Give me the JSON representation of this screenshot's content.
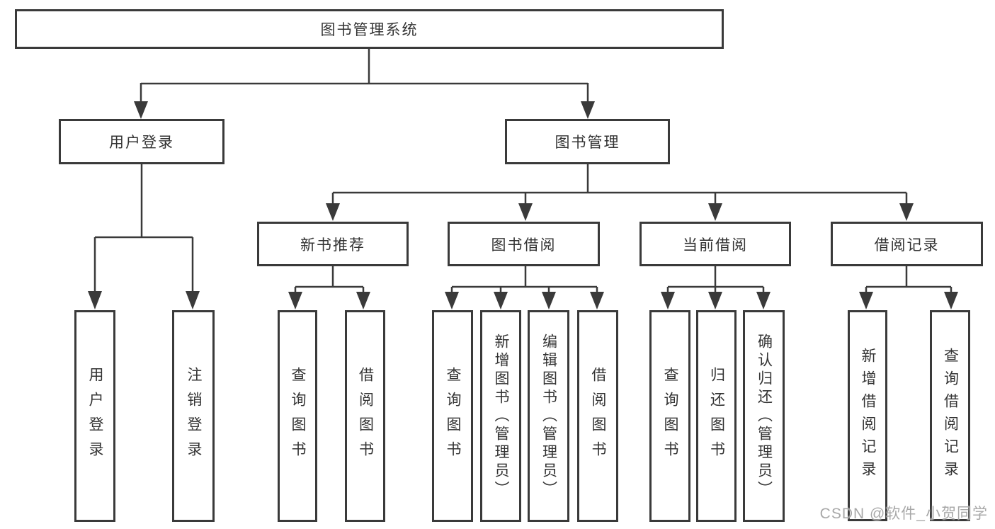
{
  "watermark": "CSDN @软件_小贺同学",
  "colors": {
    "line": "#3a3a3a",
    "text": "#333333",
    "box_fill": "#ffffff",
    "watermark": "#9e9e9e"
  },
  "tree": {
    "label": "图书管理系统",
    "children": [
      {
        "label": "用户登录",
        "children": [
          {
            "label": "用户登录"
          },
          {
            "label": "注销登录"
          }
        ]
      },
      {
        "label": "图书管理",
        "children": [
          {
            "label": "新书推荐",
            "children": [
              {
                "label": "查询图书"
              },
              {
                "label": "借阅图书"
              }
            ]
          },
          {
            "label": "图书借阅",
            "children": [
              {
                "label": "查询图书"
              },
              {
                "label": "新增图书（管理员）"
              },
              {
                "label": "编辑图书（管理员）"
              },
              {
                "label": "借阅图书"
              }
            ]
          },
          {
            "label": "当前借阅",
            "children": [
              {
                "label": "查询图书"
              },
              {
                "label": "归还图书"
              },
              {
                "label": "确认归还（管理员）"
              }
            ]
          },
          {
            "label": "借阅记录",
            "children": [
              {
                "label": "新增借阅记录"
              },
              {
                "label": "查询借阅记录"
              }
            ]
          }
        ]
      }
    ]
  }
}
